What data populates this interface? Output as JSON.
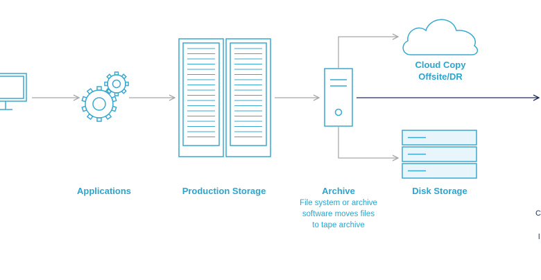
{
  "colors": {
    "accent": "#2aa5cf",
    "stroke": "#39a9cf",
    "arrow_gray": "#a8a8a8",
    "arrow_navy": "#1e2a5a",
    "bar_fill": "#e8f6fb"
  },
  "labels": {
    "applications": "Applications",
    "production_storage": "Production Storage",
    "archive": "Archive",
    "disk_storage": "Disk Storage",
    "cloud_copy_line1": "Cloud Copy",
    "cloud_copy_line2": "Offsite/DR"
  },
  "archive_description": [
    "File system or archive",
    "software moves files",
    "to tape archive"
  ],
  "edge_fragments": [
    "C",
    "l"
  ],
  "icons": [
    "monitor-icon",
    "gears-icon",
    "server-rack-icon",
    "tower-server-icon",
    "cloud-icon",
    "disk-stack-icon"
  ]
}
